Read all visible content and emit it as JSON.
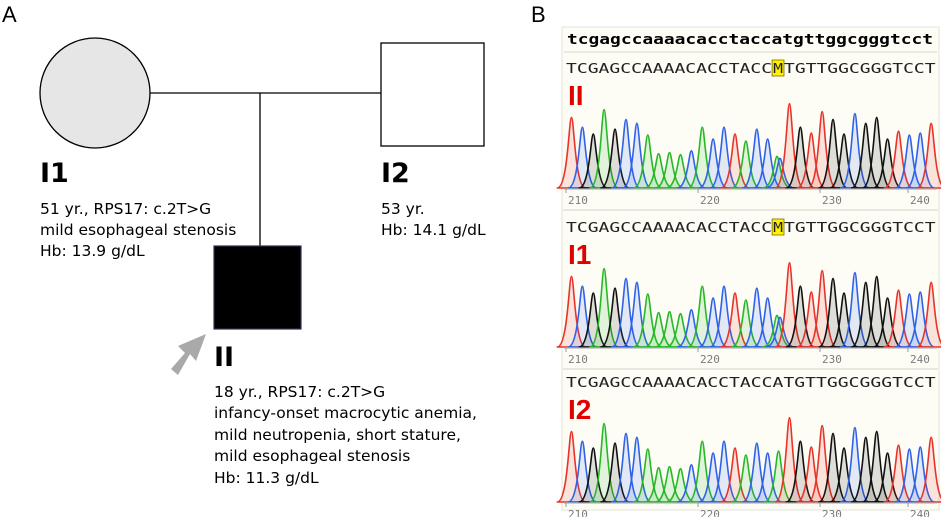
{
  "panels": {
    "a": "A",
    "b": "B"
  },
  "pedigree": {
    "mother": {
      "id": "I1",
      "lines": [
        "51 yr., RPS17: c.2T>G",
        "mild esophageal stenosis",
        "Hb: 13.9 g/dL"
      ]
    },
    "father": {
      "id": "I2",
      "lines": [
        "53 yr.",
        "Hb: 14.1 g/dL"
      ]
    },
    "proband": {
      "id": "II",
      "lines": [
        "18 yr., RPS17: c.2T>G",
        "infancy-onset macrocytic anemia,",
        "mild neutropenia, short stature,",
        "mild esophageal stenosis",
        "Hb: 11.3 g/dL"
      ]
    }
  },
  "sequencing": {
    "reference": "tcgagccaaaacacctaccatgttggcgggtcct",
    "ticks": [
      "210",
      "220",
      "230",
      "240"
    ],
    "traces": [
      {
        "id": "II",
        "bases": [
          "TCGAGCCAAAACACCTACC",
          "M",
          "TGTTGGCGGGTCCT"
        ]
      },
      {
        "id": "I1",
        "bases": [
          "TCGAGCCAAAACACCTACC",
          "M",
          "TGTTGGCGGGTCCT"
        ]
      },
      {
        "id": "I2",
        "bases": [
          "TCGAGCCAAAACACCTACCATGTTGGCGGGTCCT",
          "",
          ""
        ]
      }
    ],
    "colors": {
      "A": "#26b826",
      "C": "#2f62e8",
      "G": "#111111",
      "T": "#e8332a",
      "highlight": "#fff200"
    }
  }
}
